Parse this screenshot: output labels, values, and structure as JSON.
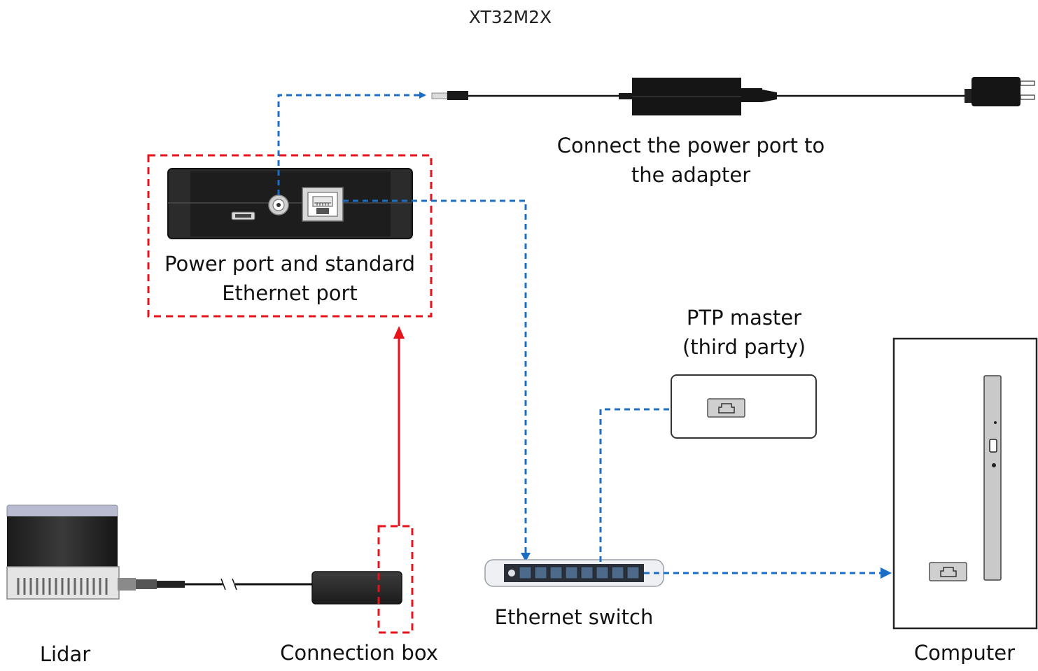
{
  "title": "XT32M2X",
  "labels": {
    "adapter_line1": "Connect the power port to",
    "adapter_line2": "the adapter",
    "ports_line1": "Power port and standard",
    "ports_line2": "Ethernet port",
    "ptp_line1": "PTP master",
    "ptp_line2": "(third party)",
    "lidar": "Lidar",
    "connection_box": "Connection box",
    "ethernet_switch": "Ethernet switch",
    "computer": "Computer"
  },
  "colors": {
    "ethernet_link": "#1a6fc4",
    "highlight": "#e8121a",
    "device_dark": "#2e2e2e",
    "outline": "#333333"
  },
  "icons": [
    "power-plug-icon",
    "power-adapter-icon",
    "dc-jack-icon",
    "usb-port-icon",
    "rj45-port-icon",
    "lidar-device-icon",
    "connection-box-icon",
    "ethernet-switch-icon",
    "computer-tower-icon"
  ]
}
